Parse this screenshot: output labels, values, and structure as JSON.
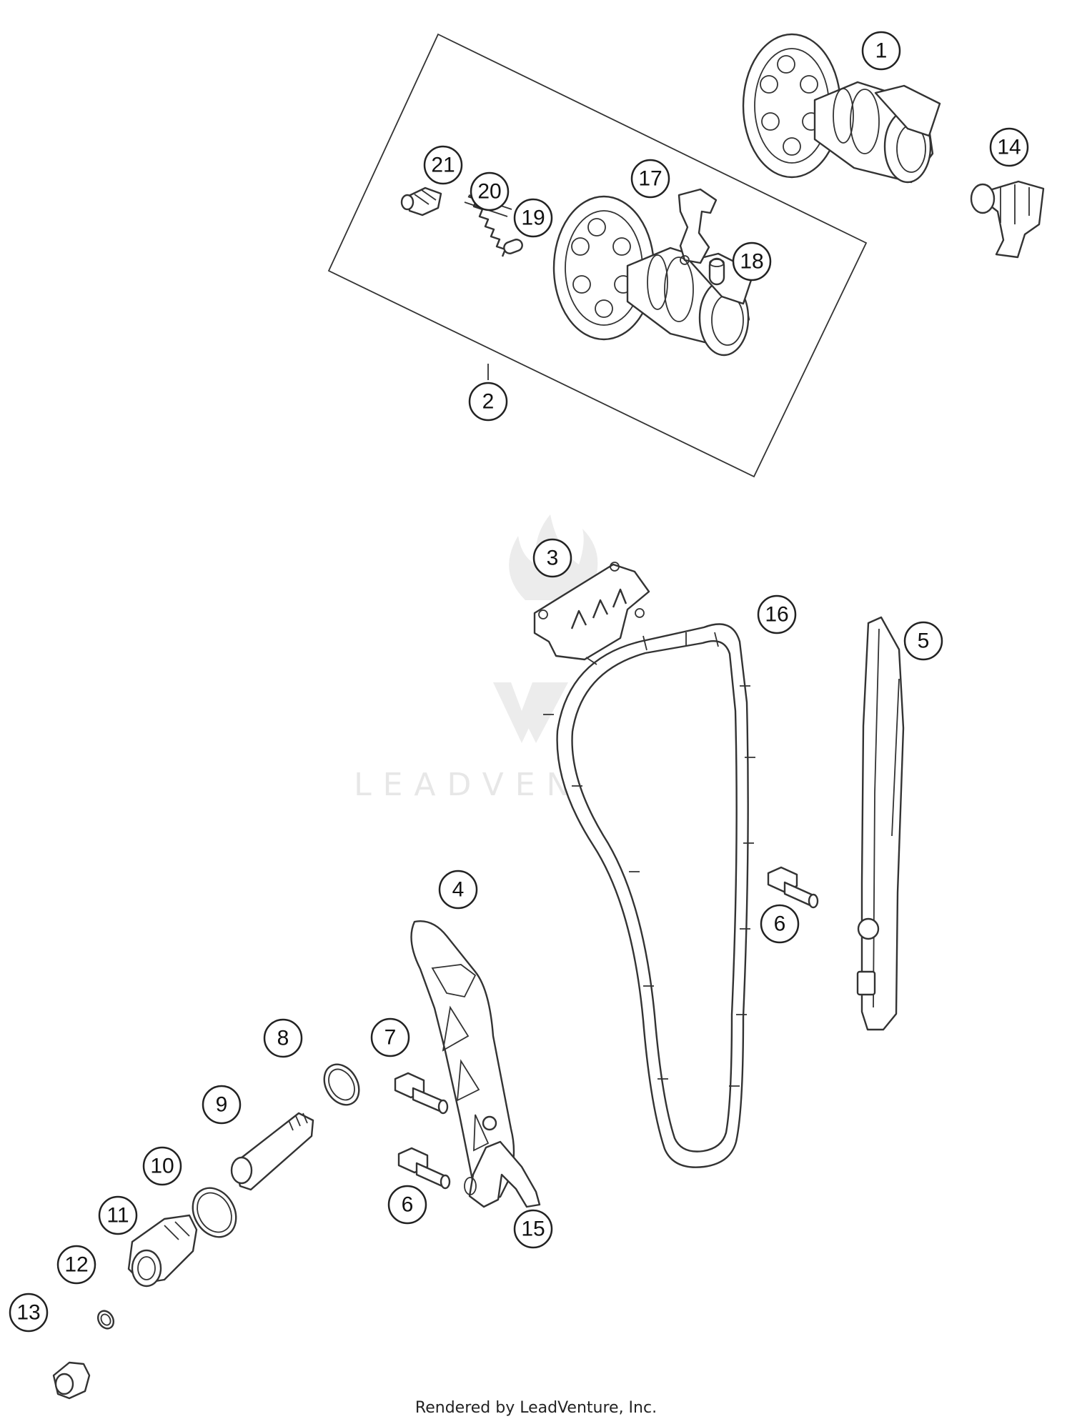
{
  "watermark": {
    "text": "LEADVENTURE"
  },
  "footer": {
    "text": "Rendered by LeadVenture, Inc."
  },
  "callouts": {
    "c1": "1",
    "c2": "2",
    "c3": "3",
    "c4": "4",
    "c5": "5",
    "c6a": "6",
    "c6b": "6",
    "c7": "7",
    "c8": "8",
    "c9": "9",
    "c10": "10",
    "c11": "11",
    "c12": "12",
    "c13": "13",
    "c14": "14",
    "c15": "15",
    "c16": "16",
    "c17": "17",
    "c18": "18",
    "c19": "19",
    "c20": "20",
    "c21": "21"
  },
  "colors": {
    "line": "#333333",
    "watermark": "#e7e7e7",
    "background": "#ffffff"
  }
}
